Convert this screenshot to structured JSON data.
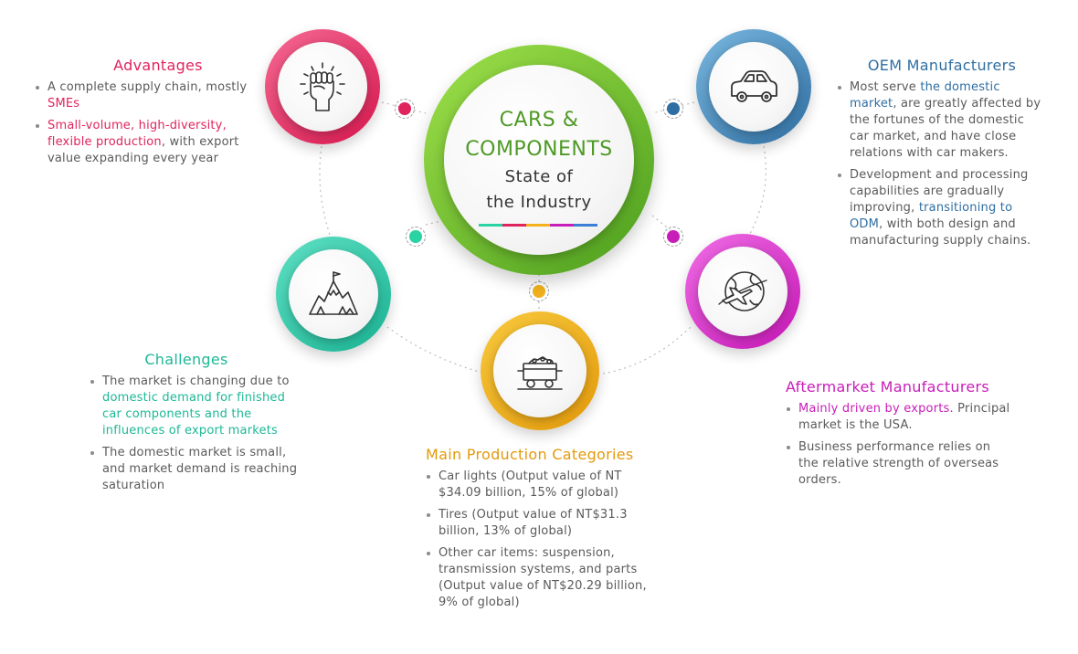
{
  "center": {
    "title_line1": "CARS &",
    "title_line2": "COMPONENTS",
    "subtitle_line1": "State of",
    "subtitle_line2": "the Industry",
    "bar_colors": [
      "#2ad3a3",
      "#e0245e",
      "#f2b21c",
      "#c81eb8",
      "#3b7fd6"
    ]
  },
  "colors": {
    "advantages": "#e0245e",
    "oem": "#2f6ea2",
    "challenges": "#1db896",
    "aftermarket": "#c81eb8",
    "main": "#e39a0b",
    "center": "#4f9a26"
  },
  "icons": {
    "advantages": "raised-fist-icon",
    "oem": "car-icon",
    "challenges": "mountain-peak-icon",
    "aftermarket": "globe-airplane-icon",
    "main": "mine-cart-icon"
  },
  "advantages": {
    "title": "Advantages",
    "b1_pre": "A complete supply chain, mostly ",
    "b1_hl": "SMEs",
    "b2_hl": "Small-volume, high-diversity, flexible production",
    "b2_post": ", with export value expanding every year"
  },
  "oem": {
    "title": "OEM Manufacturers",
    "b1_pre": "Most serve ",
    "b1_hl": "the domestic market",
    "b1_post": ", are greatly affected by the fortunes of the domestic car market, and have close relations with car makers.",
    "b2_pre": "Development and processing capabilities are gradually improving, ",
    "b2_hl": "transitioning to ODM",
    "b2_post": ", with both design and manufacturing supply chains."
  },
  "challenges": {
    "title": "Challenges",
    "b1_pre": "The market is changing due to ",
    "b1_hl": "domestic demand for finished car components and the influences of export markets",
    "b2": "The domestic market is small, and market demand is reaching saturation"
  },
  "aftermarket": {
    "title": "Aftermarket Manufacturers",
    "b1_hl": "Mainly driven by exports.",
    "b1_post": " Principal market is the USA.",
    "b2": "Business performance relies on the relative strength of overseas orders."
  },
  "main_production": {
    "title": "Main Production Categories",
    "items": [
      "Car lights (Output value of NT $34.09 billion, 15% of global)",
      "Tires (Output value of NT$31.3 billion, 13% of global)",
      "Other car items: suspension, transmission systems, and parts (Output value of NT$20.29 billion, 9% of global)"
    ]
  }
}
